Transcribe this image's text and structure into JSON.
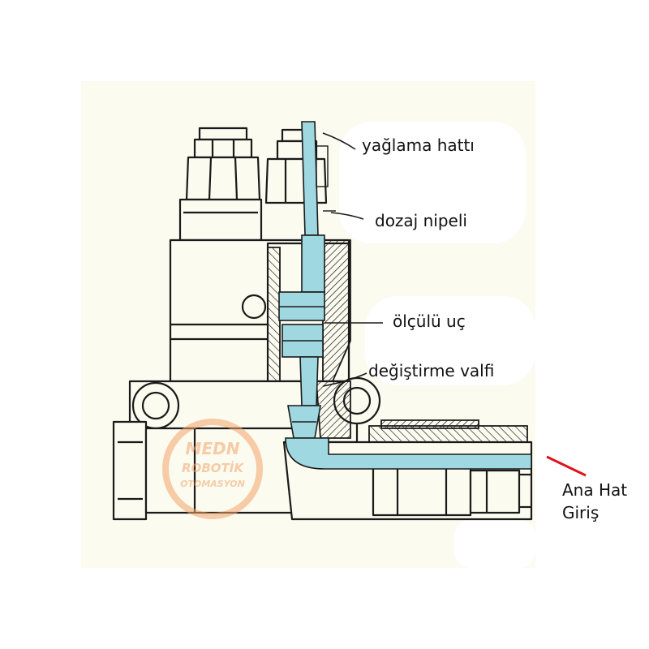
{
  "labels": {
    "yaglama_hatti": "yağlama hattı",
    "dozaj_nipeli": "dozaj nipeli",
    "olculu_uc": "ölçülü uç",
    "degistirme_valfi": "değiştirme valfi",
    "ana_hat_line1": "Ana Hat",
    "ana_hat_line2": "Giriş"
  },
  "watermark": {
    "line1": "MEDN",
    "line2": "ROBOTİK",
    "line3": "OTOMASYON"
  },
  "colors": {
    "fluid": "#9fd8e0",
    "drawing_bg": "#fbfbf0",
    "outline": "#1a1a1a",
    "pointer_red": "#e0141e",
    "watermark": "#f3a46b"
  }
}
